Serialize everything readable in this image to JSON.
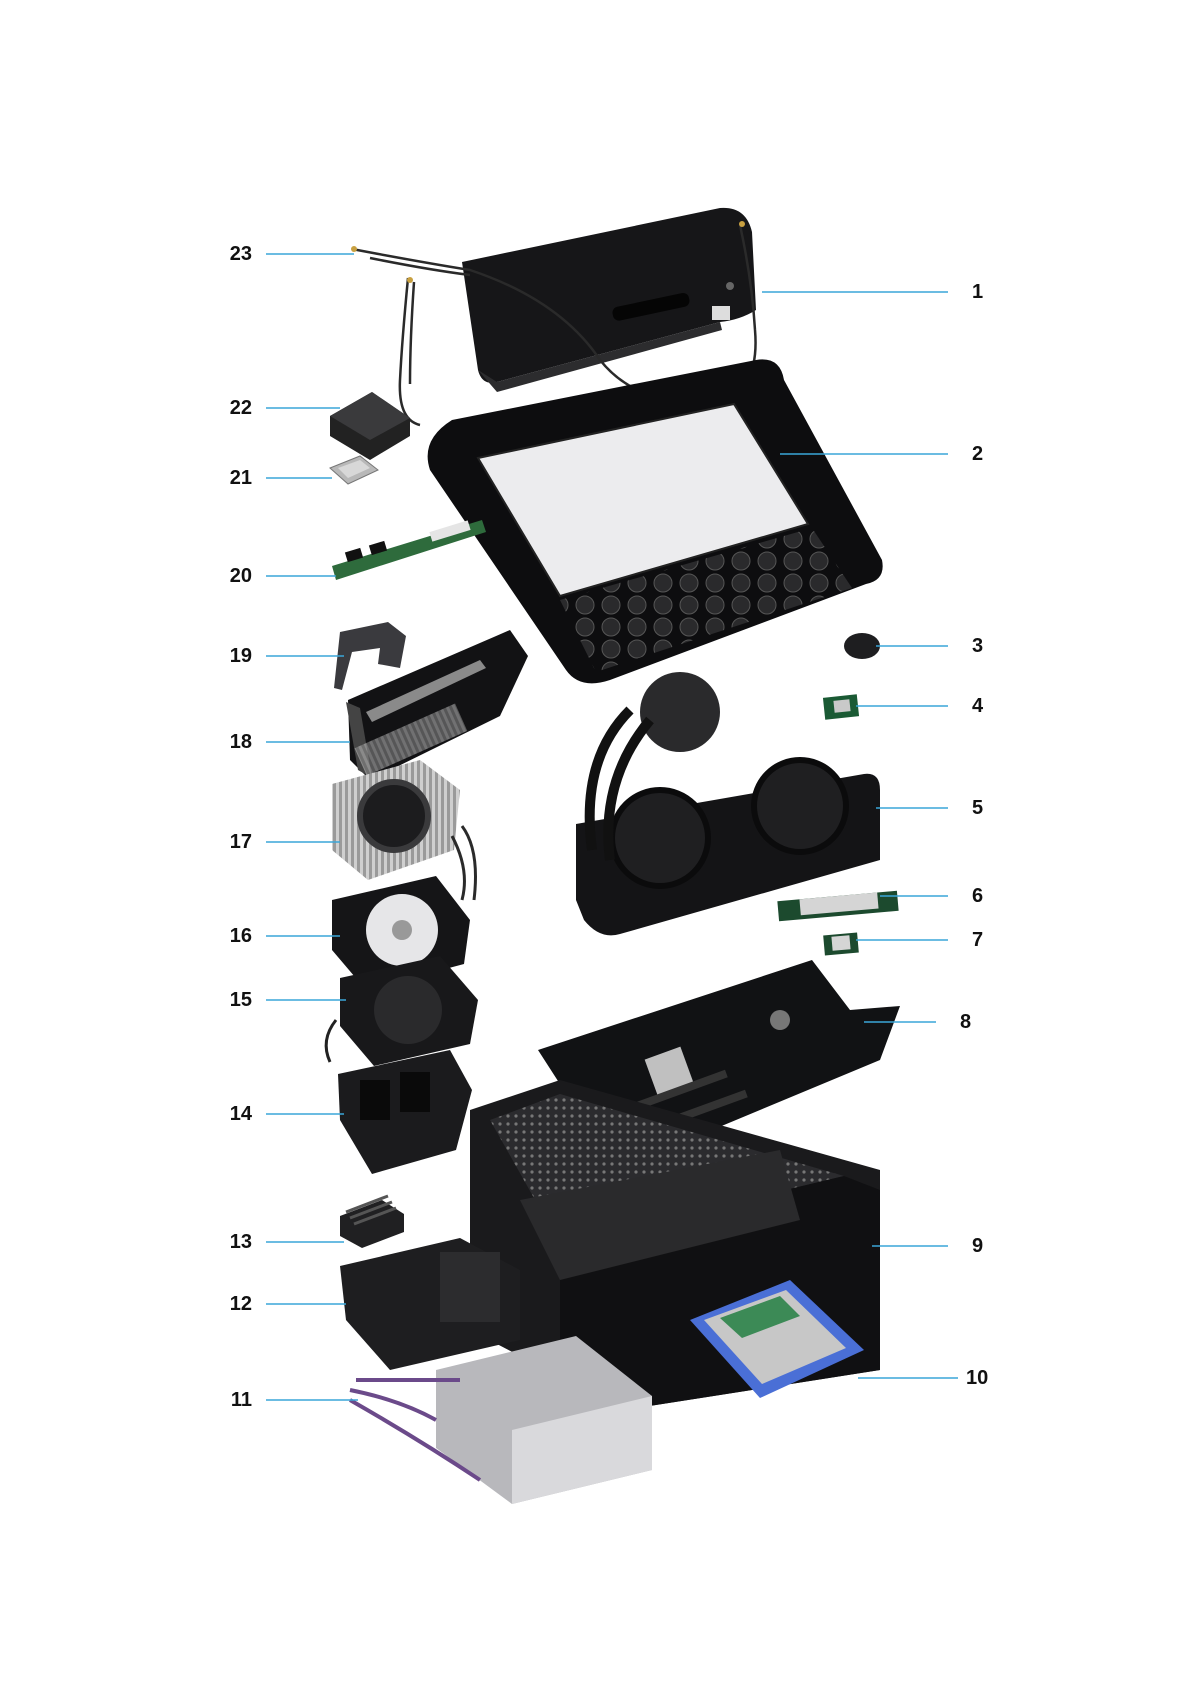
{
  "diagram": {
    "callouts": [
      {
        "id": 1,
        "label": "1"
      },
      {
        "id": 2,
        "label": "2"
      },
      {
        "id": 3,
        "label": "3"
      },
      {
        "id": 4,
        "label": "4"
      },
      {
        "id": 5,
        "label": "5"
      },
      {
        "id": 6,
        "label": "6"
      },
      {
        "id": 7,
        "label": "7"
      },
      {
        "id": 8,
        "label": "8"
      },
      {
        "id": 9,
        "label": "9"
      },
      {
        "id": 10,
        "label": "10"
      },
      {
        "id": 11,
        "label": "11"
      },
      {
        "id": 12,
        "label": "12"
      },
      {
        "id": 13,
        "label": "13"
      },
      {
        "id": 14,
        "label": "14"
      },
      {
        "id": 15,
        "label": "15"
      },
      {
        "id": 16,
        "label": "16"
      },
      {
        "id": 17,
        "label": "17"
      },
      {
        "id": 18,
        "label": "18"
      },
      {
        "id": 19,
        "label": "19"
      },
      {
        "id": 20,
        "label": "20"
      },
      {
        "id": 21,
        "label": "21"
      },
      {
        "id": 22,
        "label": "22"
      },
      {
        "id": 23,
        "label": "23"
      }
    ],
    "colors": {
      "leader_line": "#3aa6d8",
      "part_dark": "#1c1c1e",
      "part_mid": "#3a3a3d",
      "part_light": "#8a8a8e",
      "pcb_green": "#2f6b3a",
      "drive_bracket": "#4a6fd6",
      "window_glass": "#e9eaec"
    }
  }
}
